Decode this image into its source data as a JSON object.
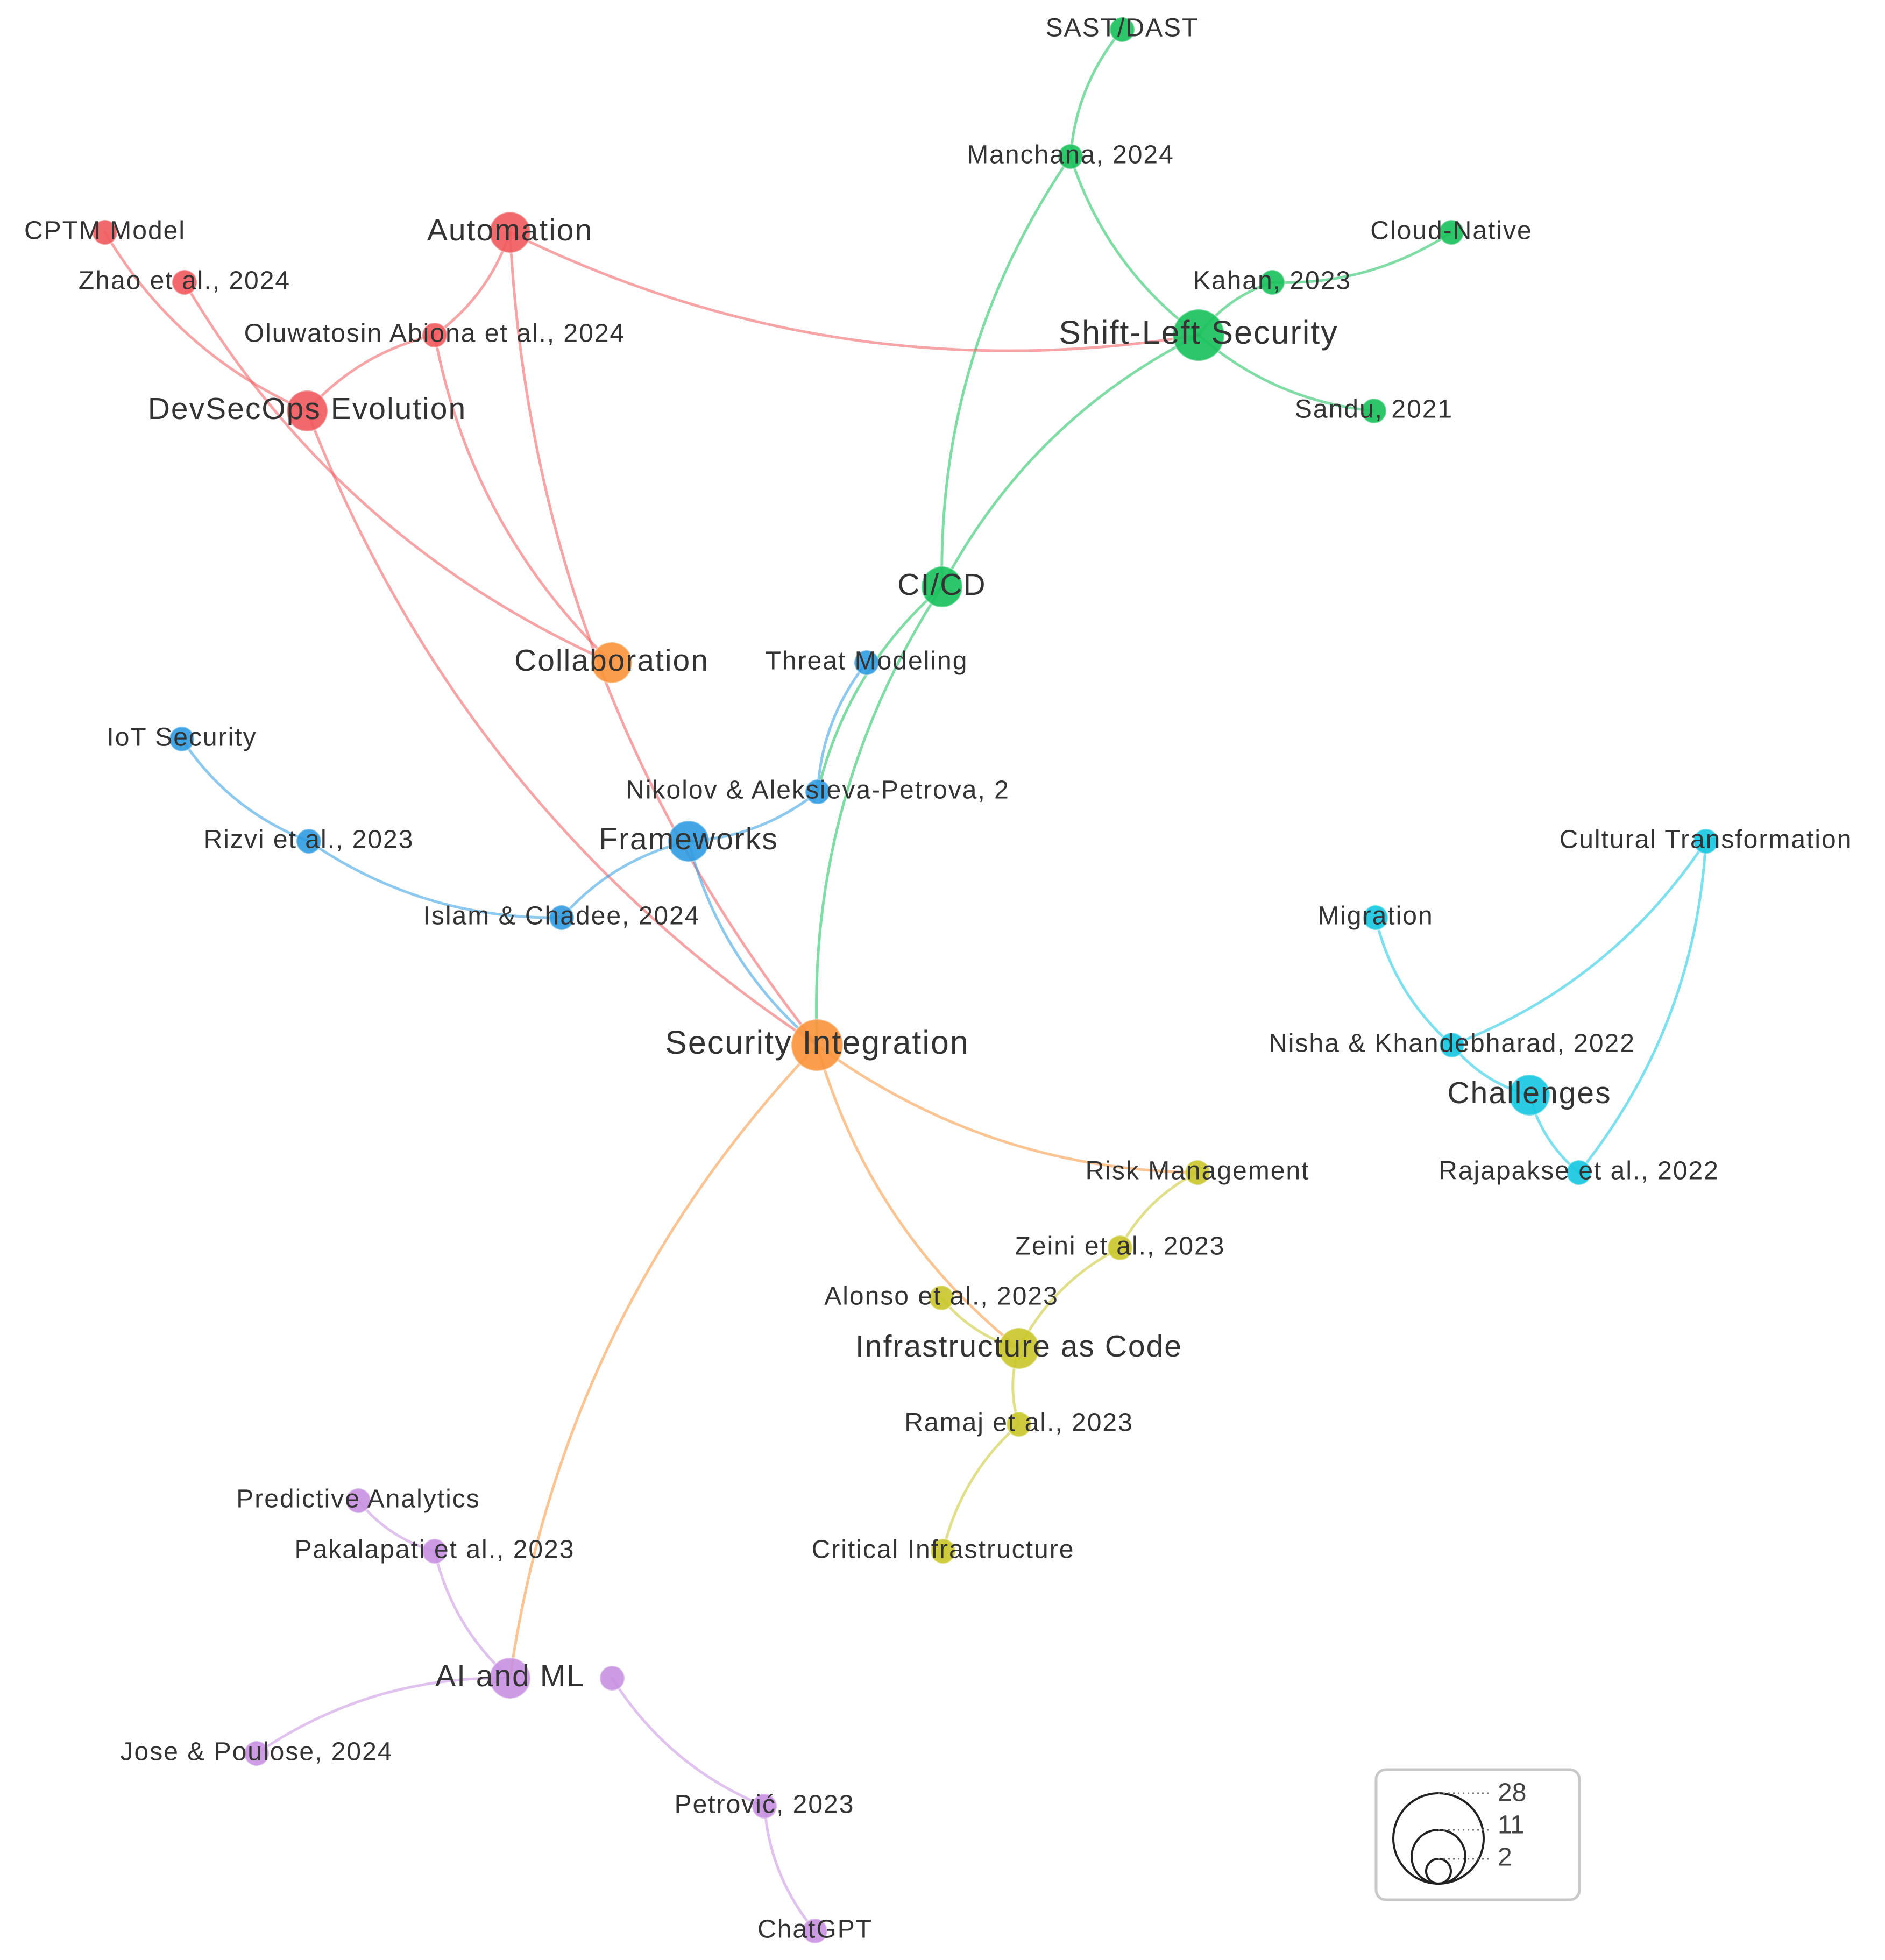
{
  "colors": {
    "red": "#f0595c",
    "orange": "#f9933a",
    "green": "#17c05b",
    "blue": "#2f9be0",
    "cyan": "#14c7e0",
    "olive": "#c9c729",
    "purple": "#c690e0"
  },
  "nodes": [
    {
      "id": "sast",
      "label": "SAST/DAST",
      "group": "green",
      "size": "small"
    },
    {
      "id": "manchana",
      "label": "Manchana, 2024",
      "group": "green",
      "size": "small"
    },
    {
      "id": "cloudnative",
      "label": "Cloud-Native",
      "group": "green",
      "size": "small"
    },
    {
      "id": "kahan",
      "label": "Kahan, 2023",
      "group": "green",
      "size": "small"
    },
    {
      "id": "shiftleft",
      "label": "Shift-Left Security",
      "group": "green",
      "size": "large"
    },
    {
      "id": "sandu",
      "label": "Sandu, 2021",
      "group": "green",
      "size": "small"
    },
    {
      "id": "cicd",
      "label": "CI/CD",
      "group": "green",
      "size": "medium"
    },
    {
      "id": "cptm",
      "label": "CPTM Model",
      "group": "red",
      "size": "small"
    },
    {
      "id": "automation",
      "label": "Automation",
      "group": "red",
      "size": "medium"
    },
    {
      "id": "zhao",
      "label": "Zhao et al., 2024",
      "group": "red",
      "size": "small"
    },
    {
      "id": "abiona",
      "label": "Oluwatosin Abiona et al., 2024",
      "group": "red",
      "size": "small"
    },
    {
      "id": "devsecops",
      "label": "DevSecOps Evolution",
      "group": "red",
      "size": "medium"
    },
    {
      "id": "collab",
      "label": "Collaboration",
      "group": "orange",
      "size": "medium"
    },
    {
      "id": "security",
      "label": "Security Integration",
      "group": "orange",
      "size": "large"
    },
    {
      "id": "threat",
      "label": "Threat Modeling",
      "group": "blue",
      "size": "small"
    },
    {
      "id": "iot",
      "label": "IoT Security",
      "group": "blue",
      "size": "small"
    },
    {
      "id": "nikolov",
      "label": "Nikolov & Aleksieva-Petrova, 2",
      "group": "blue",
      "size": "small"
    },
    {
      "id": "rizvi",
      "label": "Rizvi et al., 2023",
      "group": "blue",
      "size": "small"
    },
    {
      "id": "frameworks",
      "label": "Frameworks",
      "group": "blue",
      "size": "medium"
    },
    {
      "id": "islam",
      "label": "Islam & Chadee, 2024",
      "group": "blue",
      "size": "small"
    },
    {
      "id": "cultural",
      "label": "Cultural Transformation",
      "group": "cyan",
      "size": "small"
    },
    {
      "id": "migration",
      "label": "Migration",
      "group": "cyan",
      "size": "small"
    },
    {
      "id": "nisha",
      "label": "Nisha & Khandebharad, 2022",
      "group": "cyan",
      "size": "small"
    },
    {
      "id": "challenges",
      "label": "Challenges",
      "group": "cyan",
      "size": "medium"
    },
    {
      "id": "rajapakse",
      "label": "Rajapakse et al., 2022",
      "group": "cyan",
      "size": "small"
    },
    {
      "id": "risk",
      "label": "Risk Management",
      "group": "olive",
      "size": "small"
    },
    {
      "id": "zeini",
      "label": "Zeini et al., 2023",
      "group": "olive",
      "size": "small"
    },
    {
      "id": "alonso",
      "label": "Alonso et al., 2023",
      "group": "olive",
      "size": "small"
    },
    {
      "id": "iac",
      "label": "Infrastructure as Code",
      "group": "olive",
      "size": "medium"
    },
    {
      "id": "ramaj",
      "label": "Ramaj et al., 2023",
      "group": "olive",
      "size": "small"
    },
    {
      "id": "critical",
      "label": "Critical Infrastructure",
      "group": "olive",
      "size": "small"
    },
    {
      "id": "predictive",
      "label": "Predictive Analytics",
      "group": "purple",
      "size": "small"
    },
    {
      "id": "pakalapati",
      "label": "Pakalapati et al., 2023",
      "group": "purple",
      "size": "small"
    },
    {
      "id": "aiml",
      "label": "AI and ML",
      "group": "purple",
      "size": "medium"
    },
    {
      "id": "aiml_hub",
      "label": "",
      "group": "purple",
      "size": "small"
    },
    {
      "id": "jose",
      "label": "Jose & Poulose, 2024",
      "group": "purple",
      "size": "small"
    },
    {
      "id": "petrovic",
      "label": "Petrović, 2023",
      "group": "purple",
      "size": "small"
    },
    {
      "id": "chatgpt",
      "label": "ChatGPT",
      "group": "purple",
      "size": "small"
    }
  ],
  "edges": [
    [
      "sast",
      "manchana"
    ],
    [
      "manchana",
      "shiftleft"
    ],
    [
      "manchana",
      "cicd"
    ],
    [
      "kahan",
      "cloudnative"
    ],
    [
      "kahan",
      "shiftleft"
    ],
    [
      "shiftleft",
      "sandu"
    ],
    [
      "shiftleft",
      "cicd"
    ],
    [
      "automation",
      "shiftleft"
    ],
    [
      "cptm",
      "devsecops"
    ],
    [
      "zhao",
      "collab"
    ],
    [
      "abiona",
      "automation"
    ],
    [
      "abiona",
      "devsecops"
    ],
    [
      "abiona",
      "collab"
    ],
    [
      "automation",
      "security"
    ],
    [
      "devsecops",
      "security"
    ],
    [
      "cicd",
      "security"
    ],
    [
      "cicd",
      "nikolov"
    ],
    [
      "threat",
      "nikolov"
    ],
    [
      "iot",
      "rizvi"
    ],
    [
      "rizvi",
      "islam"
    ],
    [
      "frameworks",
      "islam"
    ],
    [
      "frameworks",
      "nikolov"
    ],
    [
      "frameworks",
      "security"
    ],
    [
      "security",
      "iac"
    ],
    [
      "security",
      "risk"
    ],
    [
      "security",
      "aiml"
    ],
    [
      "risk",
      "zeini"
    ],
    [
      "zeini",
      "iac"
    ],
    [
      "alonso",
      "iac"
    ],
    [
      "iac",
      "ramaj"
    ],
    [
      "ramaj",
      "critical"
    ],
    [
      "migration",
      "nisha"
    ],
    [
      "nisha",
      "cultural"
    ],
    [
      "nisha",
      "challenges"
    ],
    [
      "challenges",
      "rajapakse"
    ],
    [
      "rajapakse",
      "cultural"
    ],
    [
      "predictive",
      "pakalapati"
    ],
    [
      "pakalapati",
      "aiml"
    ],
    [
      "aiml",
      "jose"
    ],
    [
      "aiml_hub",
      "petrovic"
    ],
    [
      "petrovic",
      "chatgpt"
    ]
  ],
  "legend": {
    "values": [
      "28",
      "11",
      "2"
    ]
  }
}
